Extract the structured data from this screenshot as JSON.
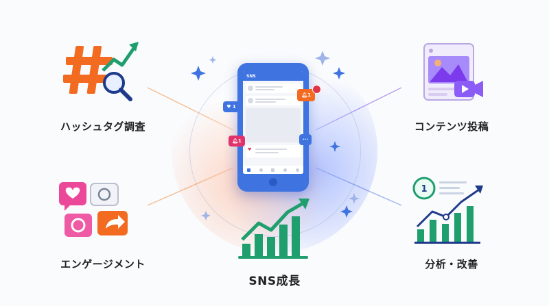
{
  "center": {
    "label": "SNS成長",
    "phone_title": "SNS",
    "badge_like": "1",
    "badge_bell": "1",
    "badge_bell_top": "1"
  },
  "nodes": {
    "hashtag": {
      "label": "ハッシュタグ調査"
    },
    "content": {
      "label": "コンテンツ投稿"
    },
    "engagement": {
      "label": "エンゲージメント"
    },
    "analysis": {
      "label": "分析・改善"
    }
  },
  "colors": {
    "orange": "#f26b21",
    "green": "#1f9e6e",
    "blue": "#3f74e0",
    "purple": "#8b5cf6",
    "pink": "#ec4899",
    "navy": "#1e3a8a"
  }
}
